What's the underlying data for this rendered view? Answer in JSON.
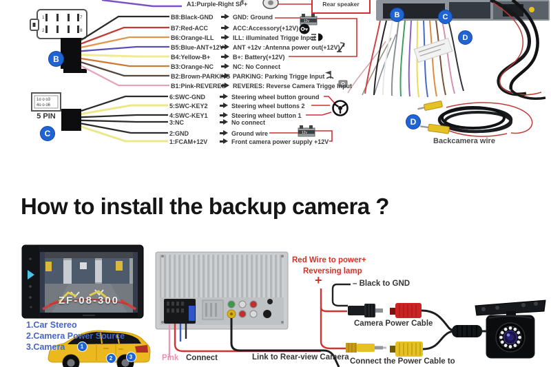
{
  "top": {
    "a1": "A1:Purple-Right SP+",
    "plus_top": "+",
    "rear_speaker": "Rear speaker",
    "b_badge": "B",
    "c_badge": "C",
    "d_badge": "D",
    "five_pin": "5 PIN",
    "pin_numbers": [
      "1",
      "7",
      "2",
      "8"
    ],
    "pin_grid_row1": "1o o o3",
    "pin_grid_row2": "4o o o6",
    "battery": "12v",
    "b_rows": [
      {
        "pin": "B8:Black-GND",
        "desc": "GND: Ground",
        "wire": "#2b2b2b"
      },
      {
        "pin": "B7:Red-ACC",
        "desc": "ACC:Accessory(+12V)",
        "wire": "#c23b34"
      },
      {
        "pin": "B6:Orange-ILL",
        "desc": "ILL: illuminated Trigge Input",
        "wire": "#e2954a"
      },
      {
        "pin": "B5:Blue-ANT+12V",
        "desc": "ANT +12v :Antenna power out(+12V)",
        "wire": "#5a4fb5"
      },
      {
        "pin": "B4:Yellow-B+",
        "desc": "B+: Battery(+12V)",
        "wire": "#f0eb90"
      },
      {
        "pin": "B3:Orange-NC",
        "desc": "NC: No Connect",
        "wire": "#cd7a33"
      },
      {
        "pin": "B2:Brown-PARKING",
        "desc": "PARKING: Parking Trigge Input",
        "wire": "#55463a"
      },
      {
        "pin": "B1:Pink-REVERES",
        "desc": "REVERES: Reverse Camera Trigge Input",
        "wire": "#e8a2b8"
      }
    ],
    "c_rows": [
      {
        "pin": "6:SWC-GND",
        "desc": "Steering wheel button ground",
        "wire": "#2b2b2b"
      },
      {
        "pin": "5:SWC-KEY2",
        "desc": "Steering wheel buttons 2",
        "wire": "#ece789"
      },
      {
        "pin": "4:SWC-KEY1",
        "desc": "Steering wheel button 1",
        "wire": "#2b2b2b"
      },
      {
        "pin": "3:NC",
        "desc": "No connect",
        "wire": "#2b2b2b"
      },
      {
        "pin": "2:GND",
        "desc": "Ground wire",
        "wire": "#2b2b2b"
      },
      {
        "pin": "1:FCAM+12V",
        "desc": "Front camera power supply +12V",
        "wire": "#ece789"
      }
    ],
    "backcamera_label": "Backcamera wire"
  },
  "heading": "How to install the backup camera ?",
  "bottom": {
    "steps": [
      "1.Car Stereo",
      "2.Camera Power Source",
      "3.Camera"
    ],
    "plate": "ZF-08-300",
    "badge1": "1",
    "badge2": "2",
    "badge3": "3",
    "pink": "Pink",
    "connect": "Connect",
    "link": "Link to Rear-view Camera",
    "red1": "Red Wire to power+",
    "red2": "Reversing lamp",
    "plus": "+",
    "black_gnd": "– Black to GND",
    "power_cable": "Camera Power Cable",
    "connect_power": "Connect the Power Cable to"
  },
  "colors": {
    "accent_red": "#cc3032",
    "badge_blue": "#2064d4",
    "step_blue": "#4566c6",
    "pink": "#ef8fae",
    "purple_wire": "#7a52c8",
    "yellow_rca": "#e6c122"
  }
}
